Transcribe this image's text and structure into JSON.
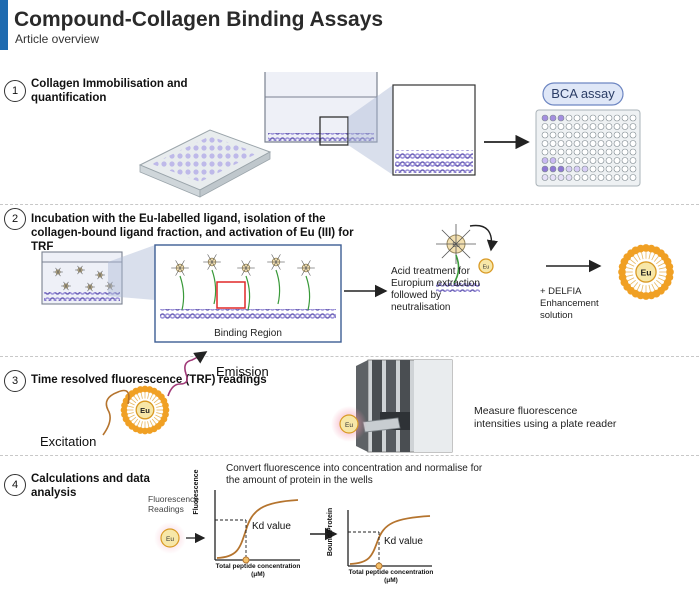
{
  "header": {
    "title": "Compound-Collagen Binding Assays",
    "subtitle": "Article overview"
  },
  "colors": {
    "accent": "#1f6bb0",
    "collagen": "#7a6fc4",
    "europium_ring": "#f0a024",
    "curve": "#b5742e"
  },
  "steps": [
    {
      "number": "1",
      "title": "Collagen Immobilisation and quantification",
      "labels": {
        "bca": "BCA assay"
      }
    },
    {
      "number": "2",
      "title": "Incubation with the Eu-labelled ligand, isolation of the collagen-bound ligand fraction, and activation of Eu (III) for TRF",
      "labels": {
        "binding_region": "Binding Region",
        "acid": "Acid treatment for Europium extraction followed by neutralisation",
        "delfia": "+ DELFIA Enhancement solution",
        "eu": "Eu"
      }
    },
    {
      "number": "3",
      "title": "Time resolved fluorescence (TRF)  readings",
      "labels": {
        "emission": "Emission",
        "excitation": "Excitation",
        "measure": "Measure fluorescence intensities using a plate reader",
        "eu": "Eu"
      }
    },
    {
      "number": "4",
      "title": "Calculations and data analysis",
      "labels": {
        "convert": "Convert fluorescence into concentration and normalise for the amount of protein in the wells",
        "readings": "Fluorescence Readings",
        "eu": "Eu",
        "chart1_y": "Fluorescence",
        "chart1_x": "Total peptide concentration (μM)",
        "kd1": "Kd value",
        "chart2_y": "Bound/Protein",
        "chart2_x": "Total peptide concentration (μM)",
        "kd2": "Kd value"
      }
    }
  ]
}
